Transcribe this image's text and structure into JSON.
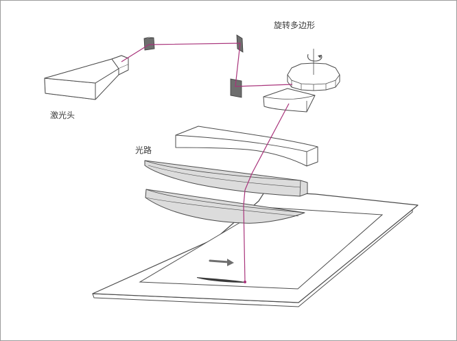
{
  "labels": {
    "polygon": "旋转多边形",
    "laser_head": "激光头",
    "light_path": "光路"
  },
  "colors": {
    "beam": "#a8327a",
    "outline": "#4a4a4a",
    "lens_fill": "#dcdcdc",
    "mirror_fill": "#6e6e6e"
  }
}
